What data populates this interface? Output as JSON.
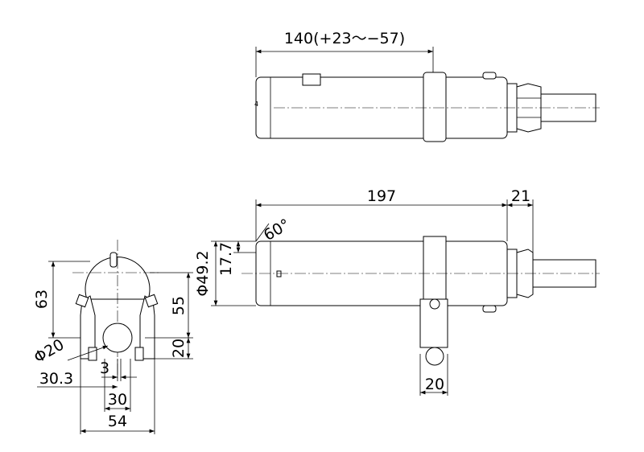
{
  "dimensions": {
    "top_length": "140(+23〜−57)",
    "length_197": "197",
    "length_21": "21",
    "angle": "60°",
    "dia_49_2": "Φ49.2",
    "h_17_7": "17.7",
    "h_63": "63",
    "h_55": "55",
    "h_20_side": "20",
    "dia_20": "Φ20",
    "w_30_3": "30.3",
    "w_3": "3",
    "w_30": "30",
    "w_54": "54",
    "w_20_bottom": "20"
  }
}
